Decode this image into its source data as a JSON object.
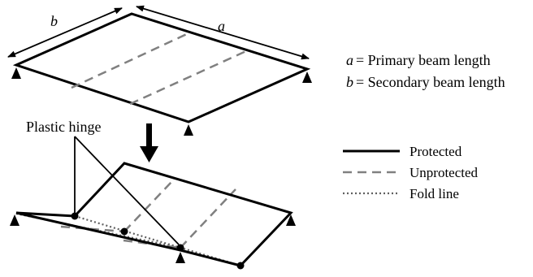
{
  "labels": {
    "dim_b": "b",
    "dim_a": "a",
    "plastic_hinge": "Plastic hinge"
  },
  "definitions": [
    {
      "symbol": "a",
      "text": "= Primary beam length"
    },
    {
      "symbol": "b",
      "text": "= Secondary beam length"
    }
  ],
  "legend": [
    {
      "style": "solid",
      "label": "Protected"
    },
    {
      "style": "dashed",
      "label": "Unprotected"
    },
    {
      "style": "dotted",
      "label": "Fold line"
    }
  ],
  "colors": {
    "protected": "#000000",
    "unprotected": "#808080",
    "fold_line": "#606060"
  }
}
